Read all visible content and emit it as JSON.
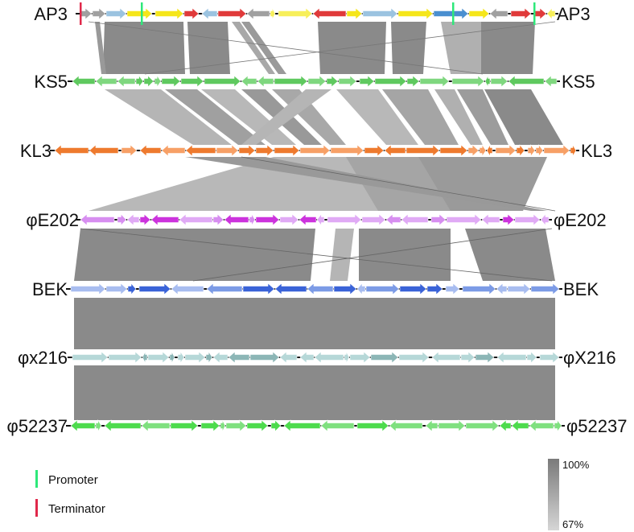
{
  "genomes": [
    {
      "left_label": "AP3",
      "right_label": "AP3",
      "palette": [
        "#f5e61a",
        "#f7ef5a",
        "#a0a0a0",
        "#e03a3a",
        "#9bc3e0",
        "#4a8fd0"
      ]
    },
    {
      "left_label": "KS5",
      "right_label": "KS5",
      "palette": [
        "#5fc95f",
        "#7fd77f"
      ]
    },
    {
      "left_label": "KL3",
      "right_label": "KL3",
      "palette": [
        "#ee7a2e",
        "#f7a066"
      ]
    },
    {
      "left_label": "φE202",
      "right_label": "φE202",
      "palette": [
        "#cc33dd",
        "#d78ef0",
        "#e0aaf5"
      ]
    },
    {
      "left_label": "BEK",
      "right_label": "BEK",
      "palette": [
        "#3a63d8",
        "#7c9be6",
        "#a8bdf0"
      ]
    },
    {
      "left_label": "φx216",
      "right_label": "φX216",
      "palette": [
        "#8cb6b6",
        "#b6d8d8"
      ]
    },
    {
      "left_label": "φ52237",
      "right_label": "φ52237",
      "palette": [
        "#4ddb4d",
        "#7fe07f"
      ]
    }
  ],
  "legend": {
    "promoter_label": "Promoter",
    "terminator_label": "Terminator",
    "promoter_color": "#2ee87a",
    "terminator_color": "#e0284a"
  },
  "identity_scale": {
    "max_label": "100%",
    "min_label": "67%",
    "max_color": "#7a7a7a",
    "min_color": "#d6d6d6"
  }
}
